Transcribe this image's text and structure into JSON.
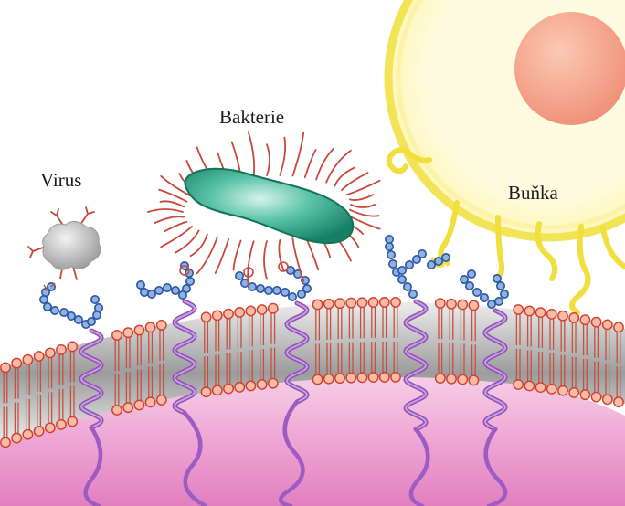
{
  "labels": {
    "virus": "Virus",
    "bacteria": "Bakterie",
    "cell": "Buňka"
  },
  "colors": {
    "background": "#ffffff",
    "membrane_head": "#f7b8a4",
    "membrane_head_stroke": "#cc3a2a",
    "membrane_tail": "#c84a3a",
    "membrane_core": "#a0a0a0",
    "cytoplasm": "#e78ac6",
    "helix": "#a66bc6",
    "glycan": "#2f5fa8",
    "glycan_fill": "#7fa3dc",
    "bacterium": "#2aa88a",
    "pili": "#c84a3a",
    "virus": "#c9c9c9",
    "cell_membrane": "#f2e34a",
    "nucleus": "#f4a48c"
  }
}
